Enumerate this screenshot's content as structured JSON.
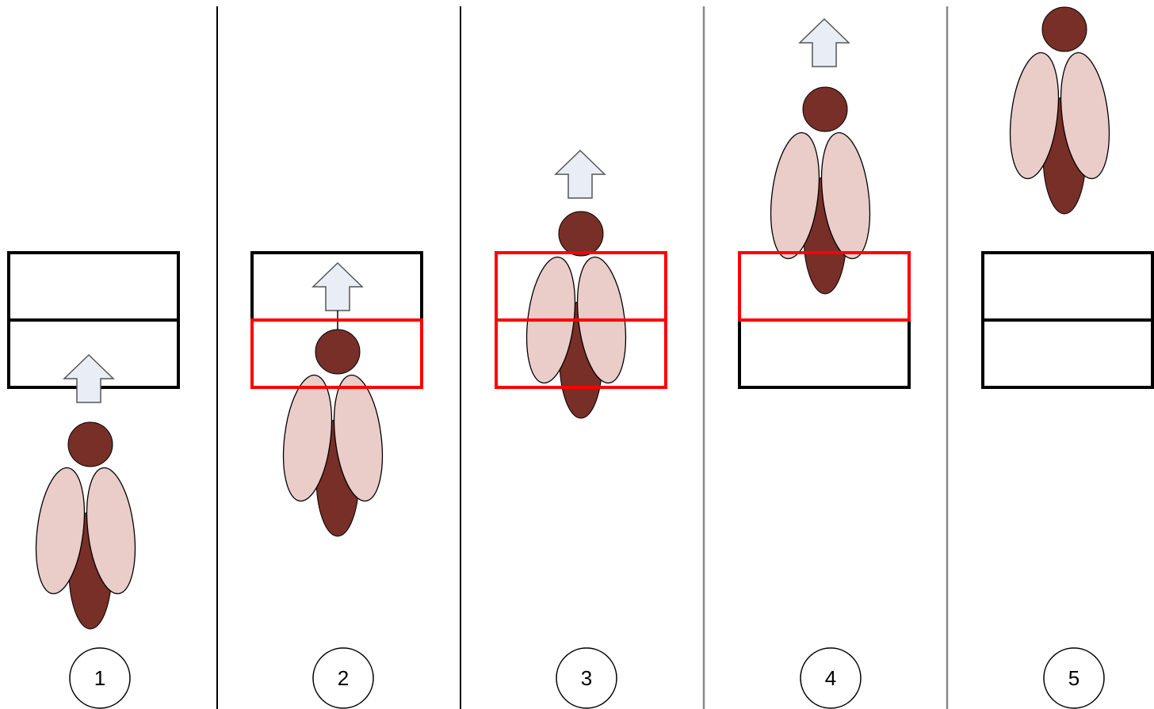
{
  "diagram": {
    "colors": {
      "body": "#772f28",
      "wing": "#eaccc9",
      "arrow": "#e9eef6",
      "active_cell": "#ff0000",
      "inactive_cell": "#000000"
    },
    "panels": [
      {
        "step": "1",
        "cells": [
          "inactive",
          "inactive"
        ]
      },
      {
        "step": "2",
        "cells": [
          "inactive",
          "active"
        ]
      },
      {
        "step": "3",
        "cells": [
          "active",
          "active"
        ]
      },
      {
        "step": "4",
        "cells": [
          "active",
          "inactive"
        ]
      },
      {
        "step": "5",
        "cells": [
          "inactive",
          "inactive"
        ]
      }
    ]
  }
}
